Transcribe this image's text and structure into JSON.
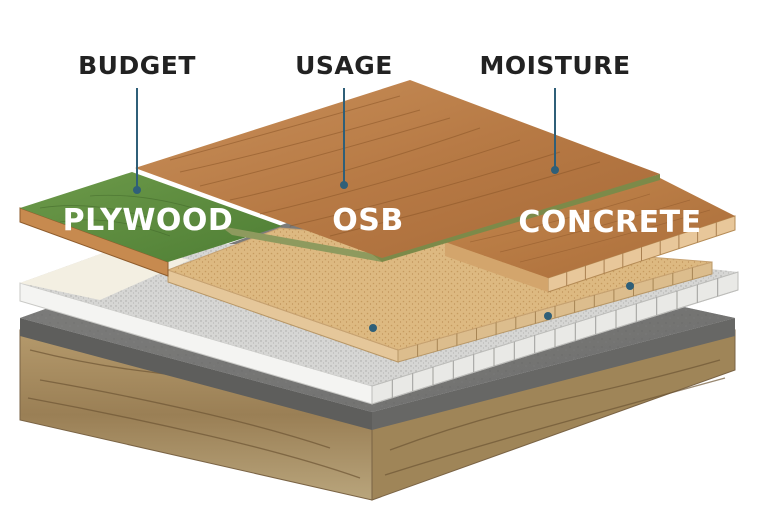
{
  "diagram": {
    "headers": {
      "budget": "BUDGET",
      "usage": "USAGE",
      "moisture": "MOISTURE"
    },
    "materials": {
      "plywood": "PLYWOOD",
      "osb": "OSB",
      "concrete": "CONCRETE"
    },
    "colors": {
      "pointer_line": "#2f5f78",
      "plywood_surface": "#5c8a3e",
      "wood_surface": "#b77a45",
      "osb_surface": "#ddb981",
      "concrete_slab": "#7a7a78",
      "gravel_layer": "#d3d3d1",
      "soil_base": "#a48a5e"
    }
  }
}
